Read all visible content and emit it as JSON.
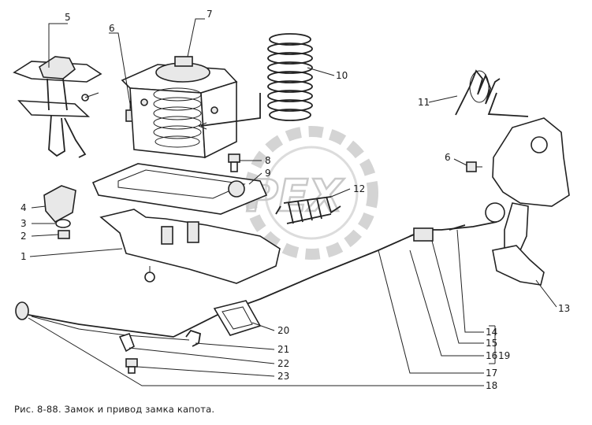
{
  "caption": "Рис. 8-88. Замок и привод замка капота.",
  "watermark": "PEX",
  "callouts": {
    "c1": "1",
    "c2": "2",
    "c3": "3",
    "c4": "4",
    "c5": "5",
    "c6a": "6",
    "c6b": "6",
    "c7": "7",
    "c8": "8",
    "c9": "9",
    "c10": "10",
    "c11": "11",
    "c12": "12",
    "c13": "13",
    "c14": "14",
    "c15": "15",
    "c16": "16",
    "c17": "17",
    "c18": "18",
    "c19": "19",
    "c20": "20",
    "c21": "21",
    "c22": "22",
    "c23": "23"
  },
  "colors": {
    "ink": "#222222",
    "watermark": "#c9c9c9",
    "background": "#ffffff"
  }
}
